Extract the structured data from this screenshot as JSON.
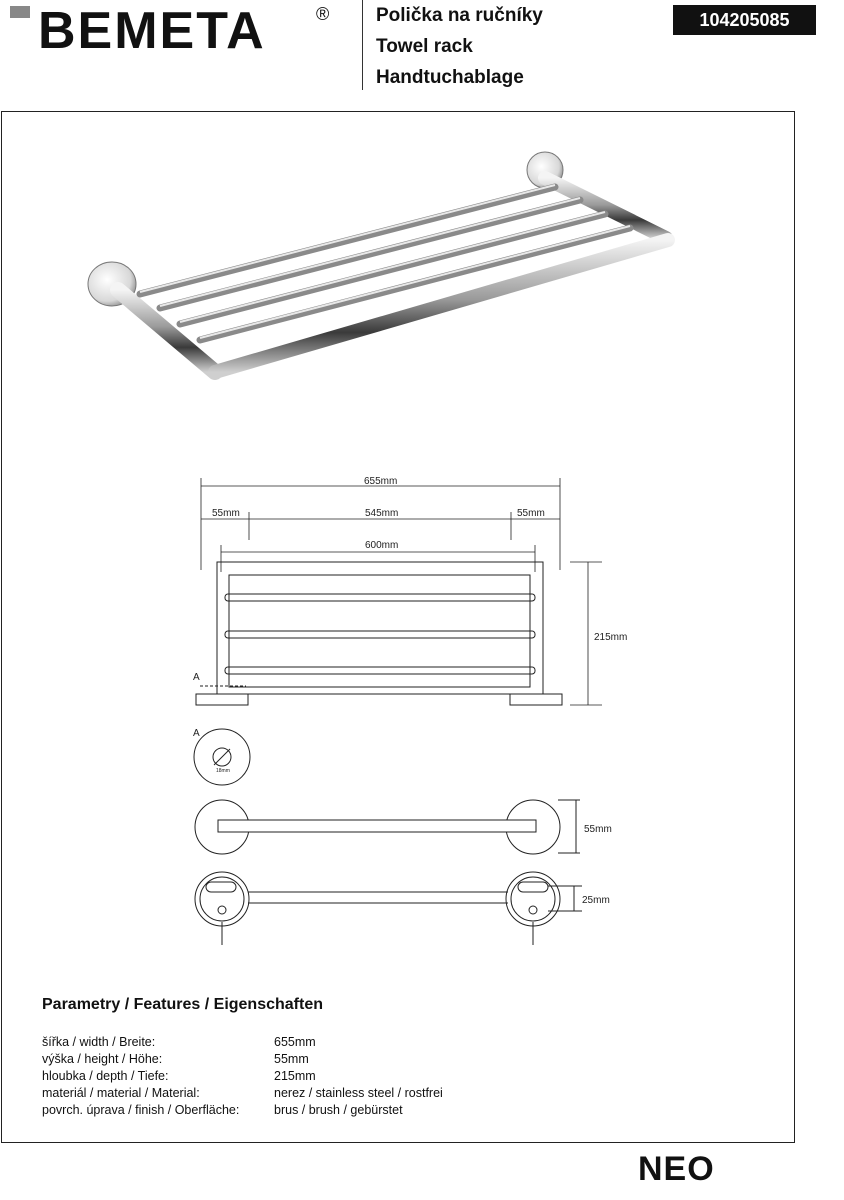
{
  "header": {
    "logo_text": "BEMETA",
    "logo_registered": "®",
    "title_cz": "Polička na ručníky",
    "title_en": "Towel rack",
    "title_de": "Handtuchablage",
    "product_code": "104205085"
  },
  "drawing": {
    "dim_total_width": "655mm",
    "dim_left_offset": "55mm",
    "dim_inner_span": "545mm",
    "dim_right_offset": "55mm",
    "dim_mount_span": "600mm",
    "dim_depth": "215mm",
    "dim_height": "55mm",
    "dim_mount_height": "25mm",
    "section_marker": "A",
    "section_marker_detail": "A",
    "detail_diameter": "18mm"
  },
  "features": {
    "title": "Parametry / Features / Eigenschaften",
    "rows": [
      {
        "label": "šířka / width / Breite:",
        "value": "655mm"
      },
      {
        "label": "výška / height / Höhe:",
        "value": "55mm"
      },
      {
        "label": "hloubka / depth / Tiefe:",
        "value": "215mm"
      },
      {
        "label": "materiál / material / Material:",
        "value": "nerez / stainless steel  / rostfrei"
      },
      {
        "label": "povrch. úprava / finish / Oberfläche:",
        "value": "brus / brush / gebürstet"
      }
    ]
  },
  "series_name": "NEO"
}
